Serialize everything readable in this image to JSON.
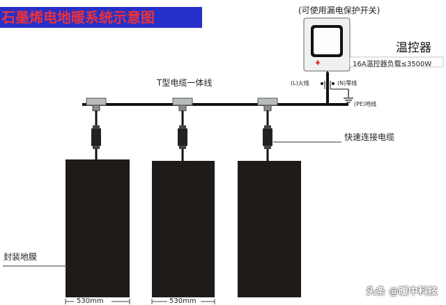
{
  "title": "石墨烯电地暖系统示意图",
  "leakage_switch_note": "(可使用漏电保护开关)",
  "thermostat": {
    "label": "温控器",
    "spec": "16A温控器负载≤3500W"
  },
  "cable_label": "T型电缆一体线",
  "wires": {
    "live": "(L)火线",
    "neutral": "(N)零线",
    "earth": "(PE)地线"
  },
  "quick_connector_label": "快速连接电缆",
  "film_label": "封装地膜",
  "film_width_labels": [
    "530mm",
    "530mm"
  ],
  "watermark": "头条 @暖中科技",
  "colors": {
    "title_bg": "#2630c8",
    "title_text": "#e8323c",
    "film": "#1e1b19",
    "cable": "#111111",
    "led": "#e23a2a"
  }
}
